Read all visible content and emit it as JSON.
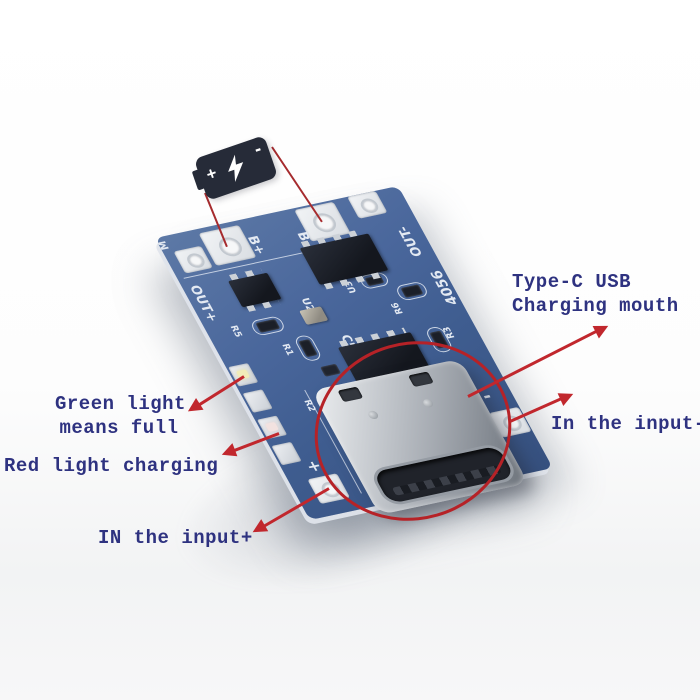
{
  "colors": {
    "pcb_blue": "#46659a",
    "arrow_red": "#c1272d",
    "label_navy": "#2e3280",
    "battery_dark": "#262b38",
    "silkscreen_white": "#e3e9f2"
  },
  "labels": {
    "typec": {
      "line1": "Type-C USB",
      "line2": "Charging mouth"
    },
    "input_minus": {
      "line1": "In the input-"
    },
    "green": {
      "line1": "Green light",
      "line2": "means full"
    },
    "red": {
      "line1": "Red light charging"
    },
    "input_plus": {
      "line1": "IN the input+"
    }
  },
  "battery": {
    "plus": "+",
    "minus": "-"
  },
  "silkscreen": {
    "m": "M",
    "b_plus": "B+",
    "b_minus": "B-",
    "out_plus": "OUT+",
    "out_minus": "OUT-",
    "part_number": "4056",
    "r1": "R1",
    "r2": "R2",
    "r3": "R3",
    "r5": "R5",
    "r6": "R6",
    "u2": "U2",
    "u3": "U3",
    "c5": "C5",
    "in_plus": "+",
    "in_minus": "-"
  }
}
